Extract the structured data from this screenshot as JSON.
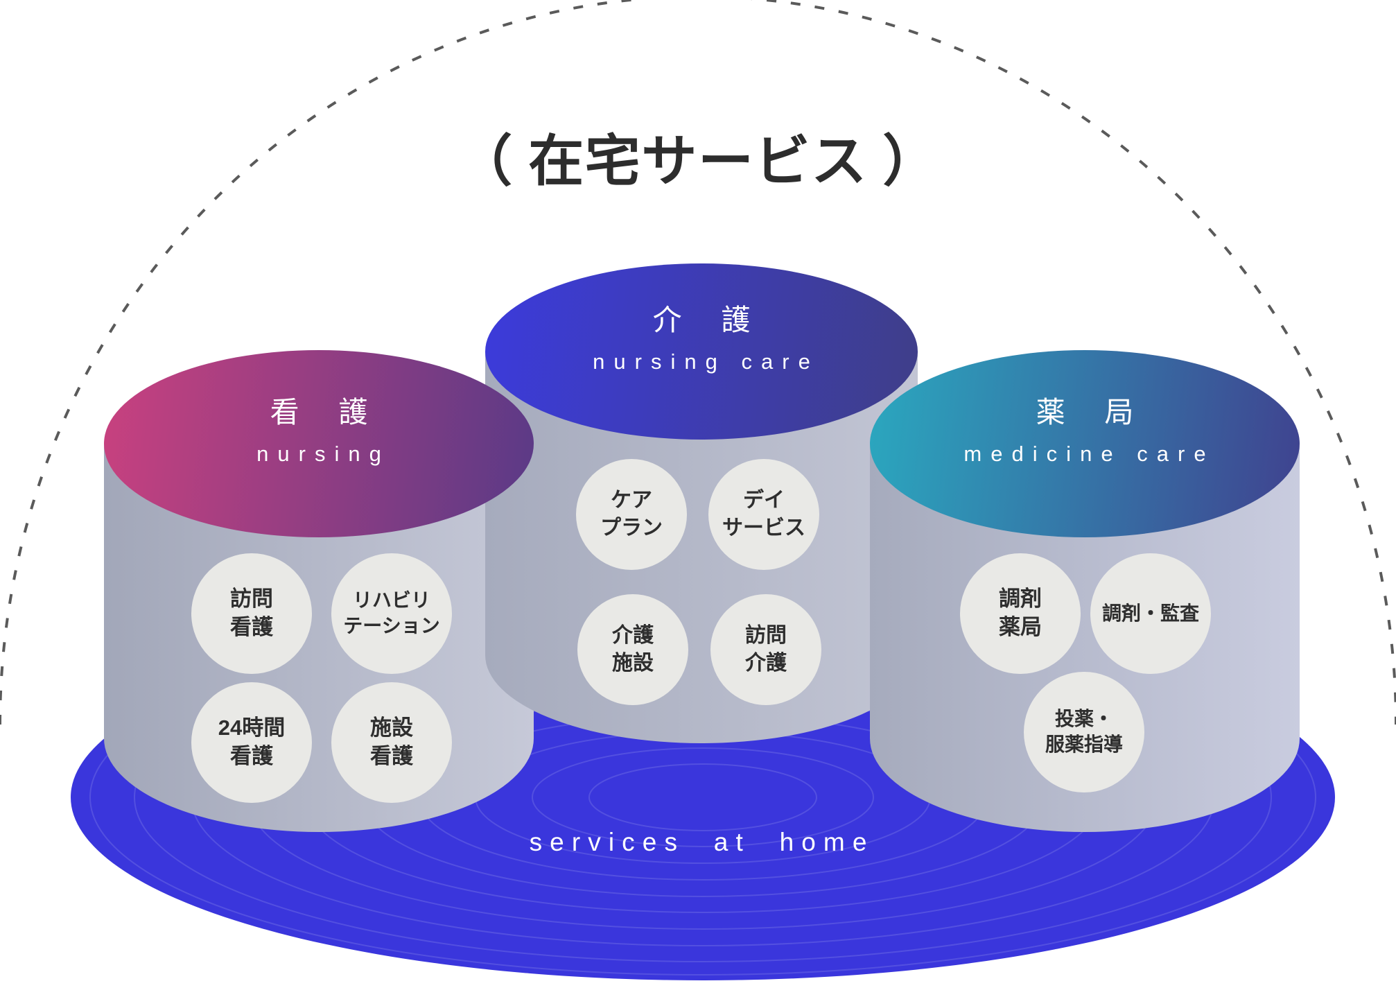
{
  "title": "（ 在宅サービス ）",
  "floor": {
    "label": "services at home",
    "color": "#3a36dc",
    "ring_color": "rgba(255,255,255,0.13)"
  },
  "outline": {
    "style": "dashed-arc",
    "color": "#5a5a5a"
  },
  "cylinders": [
    {
      "id": "nursing",
      "jp_label": "看 護",
      "en_label": "nursing",
      "cap_gradient": [
        "#c7417f",
        "#5c3a86"
      ],
      "body_gradient": [
        "#a2a7b9",
        "#c6c9d8"
      ],
      "items": [
        {
          "lines": [
            "訪問",
            "看護"
          ]
        },
        {
          "lines": [
            "リハビリ",
            "テーション"
          ]
        },
        {
          "lines": [
            "24時間",
            "看護"
          ]
        },
        {
          "lines": [
            "施設",
            "看護"
          ]
        }
      ]
    },
    {
      "id": "nursing-care",
      "jp_label": "介 護",
      "en_label": "nursing care",
      "cap_gradient": [
        "#3c3bda",
        "#3f3e8a"
      ],
      "body_gradient": [
        "#a6abbd",
        "#c2c5d4"
      ],
      "items": [
        {
          "lines": [
            "ケア",
            "プラン"
          ]
        },
        {
          "lines": [
            "デイ",
            "サービス"
          ]
        },
        {
          "lines": [
            "介護",
            "施設"
          ]
        },
        {
          "lines": [
            "訪問",
            "介護"
          ]
        }
      ]
    },
    {
      "id": "medicine-care",
      "jp_label": "薬 局",
      "en_label": "medicine care",
      "cap_gradient": [
        "#2ba6be",
        "#3f4490"
      ],
      "body_gradient": [
        "#a6abbd",
        "#c9ccdf"
      ],
      "items": [
        {
          "lines": [
            "調剤",
            "薬局"
          ]
        },
        {
          "lines": [
            "調剤・監査"
          ]
        },
        {
          "lines": [
            "投薬・",
            "服薬指導"
          ]
        }
      ]
    }
  ]
}
